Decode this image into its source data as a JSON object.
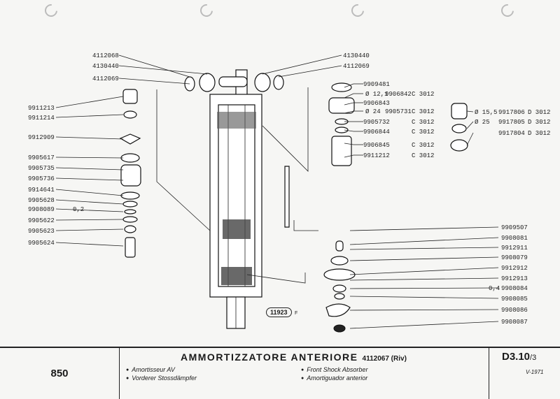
{
  "footer": {
    "model": "850",
    "title": "AMMORTIZZATORE ANTERIORE",
    "part_code": "4112067 (Riv)",
    "translations": [
      "Amortisseur AV",
      "Vorderer Stossdämpfer",
      "Front Shock Absorber",
      "Amortiguador anterior"
    ],
    "ref": "D3.10",
    "ref_sub": "/3",
    "date": "V-1971"
  },
  "drawing_code": "11923",
  "drawing_code_suffix": "F",
  "top_left_labels": [
    "4112068",
    "4130440",
    "4112069"
  ],
  "top_right_labels": [
    "4130440",
    "4112069"
  ],
  "left_labels": [
    "9911213",
    "9911214",
    "9912909",
    "9905617",
    "9905735",
    "9905736",
    "9914641",
    "9905628",
    "9908089",
    "9905622",
    "9905623",
    "9905624"
  ],
  "left_note_9908089": "0,2",
  "valve_labels": [
    {
      "num": "9909481",
      "dim": "",
      "code": ""
    },
    {
      "num": "9906842",
      "dim": "Ø 12,1",
      "code": "C 3012"
    },
    {
      "num": "9906843",
      "dim": "",
      "code": ""
    },
    {
      "num": "9905731",
      "dim": "Ø 24",
      "code": "C 3012"
    },
    {
      "num": "9905732",
      "dim": "",
      "code": "C 3012"
    },
    {
      "num": "9906844",
      "dim": "",
      "code": "C 3012"
    },
    {
      "num": "9906845",
      "dim": "",
      "code": "C 3012"
    },
    {
      "num": "9911212",
      "dim": "",
      "code": "C 3012"
    }
  ],
  "d_labels": [
    {
      "num": "9917806",
      "dim": "Ø 15,5",
      "code": "D 3012"
    },
    {
      "num": "9917805",
      "dim": "Ø 25",
      "code": "D 3012"
    },
    {
      "num": "9917804",
      "dim": "",
      "code": "D 3012"
    }
  ],
  "right_labels": [
    "9909507",
    "9908081",
    "9912911",
    "9908079",
    "9912912",
    "9912913",
    "9908084",
    "9908085",
    "9908086",
    "9908087"
  ],
  "right_note_9908084": "0,4"
}
